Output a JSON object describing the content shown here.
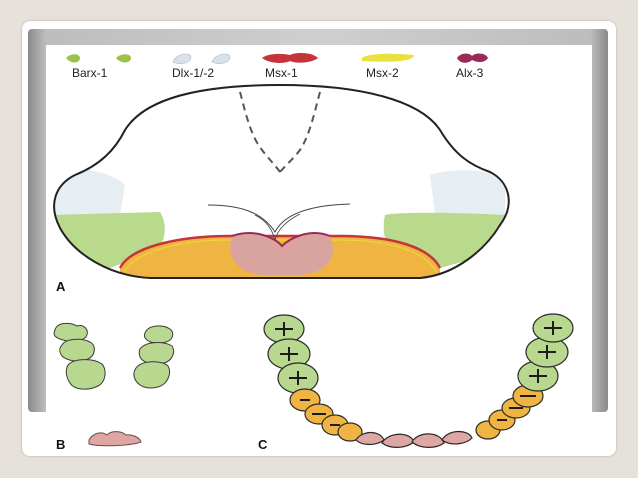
{
  "legend": [
    {
      "name": "Barx-1",
      "color": "#9bc24a"
    },
    {
      "name": "Dlx-1/-2",
      "color": "#d9e2ea"
    },
    {
      "name": "Msx-1",
      "color": "#c4343a"
    },
    {
      "name": "Msx-2",
      "color": "#e8e23c"
    },
    {
      "name": "Alx-3",
      "color": "#9a2a5a"
    }
  ],
  "panels": {
    "a": "A",
    "b": "B",
    "c": "C"
  },
  "colors": {
    "barx": "#b9d98c",
    "dlx": "#e6edf3",
    "orange": "#efb442",
    "msx1": "#c4343a",
    "msx2": "#e8e23c",
    "alx": "#9a2a5a",
    "pink": "#d9a4a0",
    "molar": "#b8d88f",
    "premolar": "#efb442",
    "incisor": "#dfa7a3"
  }
}
